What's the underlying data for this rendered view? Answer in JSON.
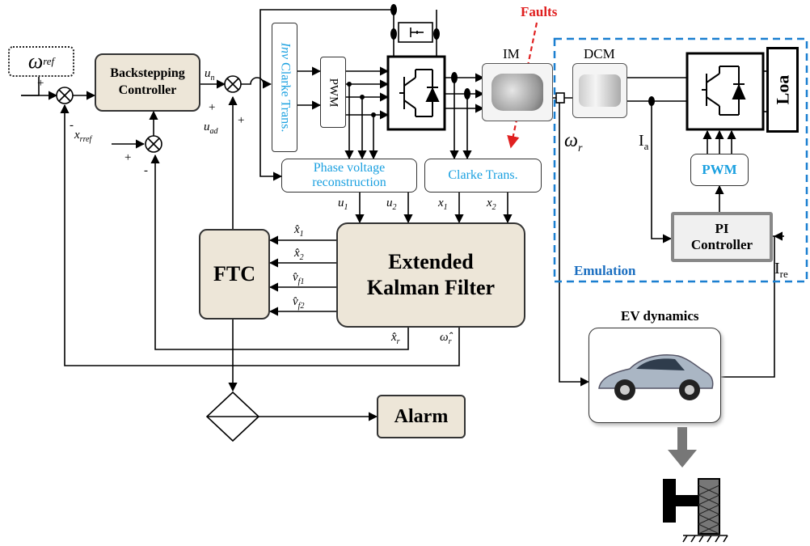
{
  "blocks": {
    "omega_ref": "ω",
    "omega_ref_sub": "ref",
    "backstepping_line1": "Backstepping",
    "backstepping_line2": "Controller",
    "inv_clarke_prefix": "Inv",
    "inv_clarke_main": "Clarke Trans.",
    "pwm_left": "PWM",
    "phase_voltage_line1": "Phase voltage",
    "phase_voltage_line2": "reconstruction",
    "clarke_trans": "Clarke Trans.",
    "im": "IM",
    "dcm": "DCM",
    "load": "Loa",
    "pwm_right": "PWM",
    "pi_line1": "PI",
    "pi_line2": "Controller",
    "emulation": "Emulation",
    "ftc": "FTC",
    "ekf_line1": "Extended",
    "ekf_line2": "Kalman Filter",
    "alarm": "Alarm",
    "faults": "Faults",
    "ev_dynamics": "EV dynamics"
  },
  "signals": {
    "u_n": "u",
    "u_n_sub": "n",
    "u_ad": "u",
    "u_ad_sub": "ad",
    "x_rref": "x",
    "x_rref_sub": "rref",
    "u1": "u",
    "u1_sub": "1",
    "u2": "u",
    "u2_sub": "2",
    "x1": "x",
    "x1_sub": "1",
    "x2": "x",
    "x2_sub": "2",
    "x1_hat": "x̂",
    "x1_hat_sub": "1",
    "x2_hat": "x̂",
    "x2_hat_sub": "2",
    "vf1_hat": "v̂",
    "vf1_hat_sub": "f1",
    "vf2_hat": "v̂",
    "vf2_hat_sub": "f2",
    "xr_hat": "x̂",
    "xr_hat_sub": "r",
    "wr_hat": "ω̂",
    "wr_hat_sub": "r",
    "omega_r": "ω",
    "omega_r_sub": "r",
    "i_a": "I",
    "i_a_sub": "a",
    "i_re": "I",
    "i_re_sub": "re"
  },
  "signs": {
    "plus": "+",
    "minus": "-"
  },
  "colors": {
    "block_fill": "#ede6d8",
    "cyan_text": "#1aa0e0",
    "emulation_border": "#1a7fd0",
    "fault_red": "#e02020"
  }
}
